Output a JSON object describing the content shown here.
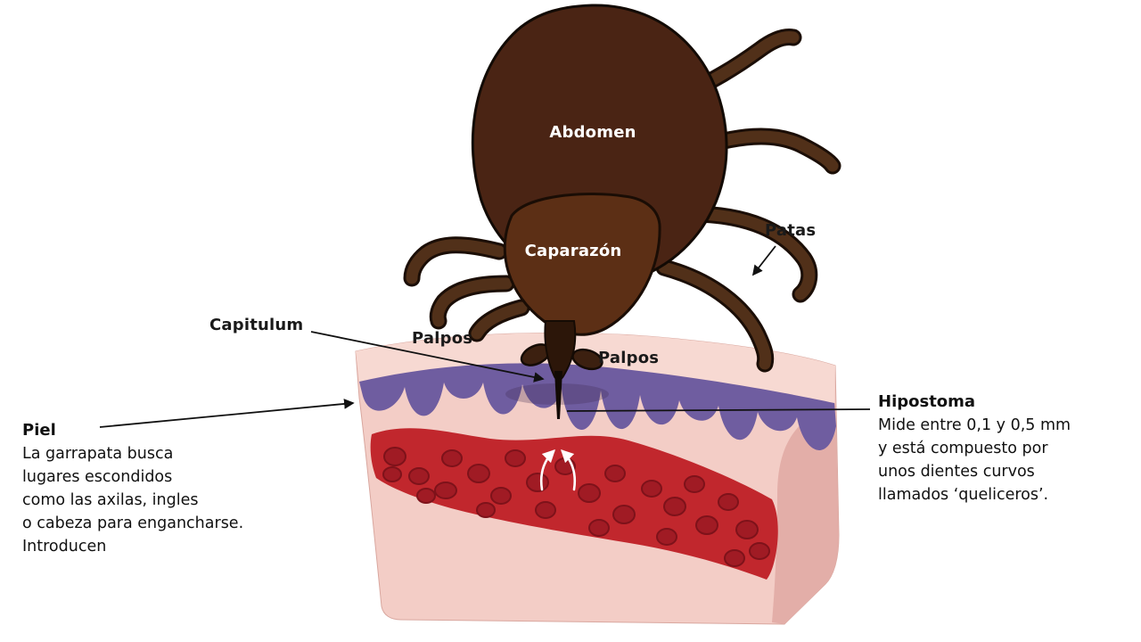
{
  "figure": {
    "background": "#ffffff",
    "labels": {
      "abdomen": "Abdomen",
      "caparazon": "Caparazón",
      "patas": "Patas",
      "capitulum": "Capitulum",
      "palpos_left": "Palpos",
      "palpos_right": "Palpos"
    },
    "annotations": {
      "piel": {
        "title": "Piel",
        "body": "La garrapata busca\nlugares escondidos\ncomo las axilas, ingles\no cabeza para engancharse.\nIntroducen"
      },
      "hipostoma": {
        "title": "Hipostoma",
        "body": "Mide entre 0,1 y 0,5 mm\ny está compuesto por\nunos dientes curvos\nllamados ‘queliceros’."
      }
    },
    "colors": {
      "tick_body": "#4a2414",
      "tick_scutum": "#5c2f15",
      "tick_legs": "#513019",
      "skin_top": "#f7d9d2",
      "skin_front": "#f3cdc6",
      "skin_side": "#e3aea8",
      "epidermis": "#6f5da0",
      "blood": "#c1272d",
      "blood_cell": "#a01b24",
      "label_dark": "#1a1a1a",
      "label_light": "#ffffff"
    }
  }
}
